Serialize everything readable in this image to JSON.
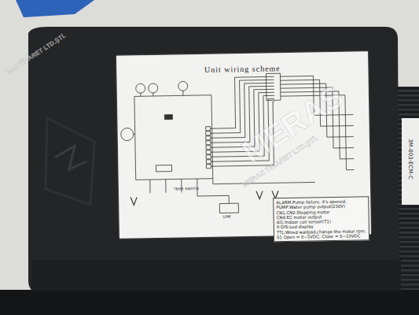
{
  "diagram": {
    "nodes": [
      {
        "text": [
          "Unit wiring scheme"
        ]
      },
      {
        "text": [
          "ALARM:Pump failure, it's opened.",
          "PUMP:Water pump output(230V)",
          "CN1,CN2:Stepping motor",
          "CN4:EC motor output",
          "AI1:Indoor coil sensor(T1)",
          "X-DIS:Led display",
          "TTL:Wired wallpad,change the motor rpm.",
          "S1   Open = 0~5VDC; Close = 0~10VDC"
        ],
        "in": 0
      }
    ],
    "labels": [
      "TEMP. SWITCH",
      "LINE",
      "MERAS",
      "MERAS TİCARET LTD.ŞTİ.",
      "RAS TİCARET LTD.ŞTİ.",
      "3M-003-ECM-C"
    ]
  }
}
